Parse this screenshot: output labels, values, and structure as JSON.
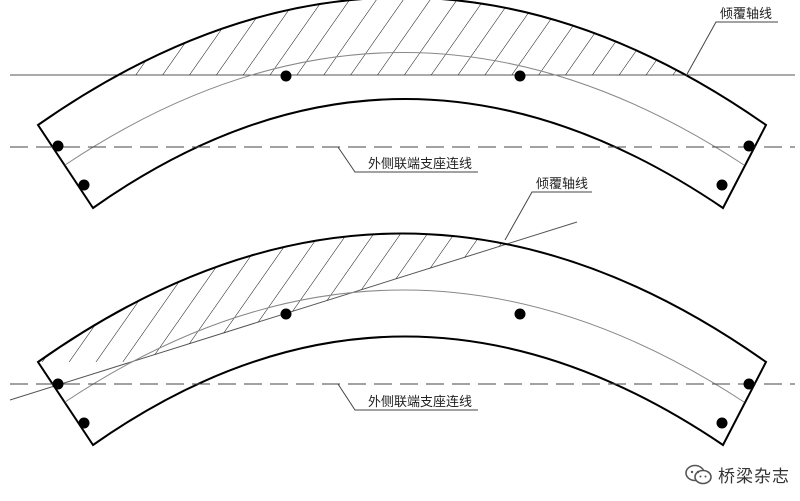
{
  "diagram": {
    "top": {
      "overturning_axis_label": "倾覆轴线",
      "support_line_label": "外侧联端支座连线"
    },
    "bottom": {
      "overturning_axis_label": "倾覆轴线",
      "support_line_label": "外侧联端支座连线"
    }
  },
  "watermark": {
    "text": "桥梁杂志",
    "icon": "wechat-icon"
  }
}
